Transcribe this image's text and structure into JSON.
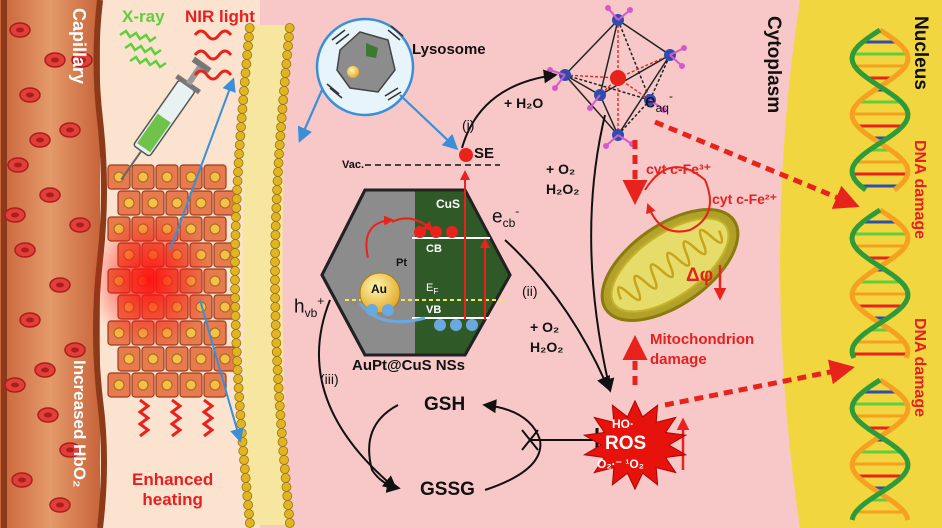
{
  "labels": {
    "capillary": "Capillary",
    "increased_hbo2": "Increased HbO₂",
    "xray": "X-ray",
    "nir_light": "NIR light",
    "enhanced_heating": "Enhanced\nheating",
    "lysosome": "Lysosome",
    "cytoplasm": "Cytoplasm",
    "nucleus": "Nucleus",
    "vac": "Vac.",
    "se": "SE",
    "step_i": "(i)",
    "step_ii": "(ii)",
    "step_iii": "(iii)",
    "h2o": "+ H₂O",
    "o2_h2o2_a": "+ O₂",
    "o2_h2o2_a2": "H₂O₂",
    "o2_h2o2_b": "+ O₂",
    "o2_h2o2_b2": "H₂O₂",
    "eaq": "e",
    "eaq_sub": "aq",
    "eaq_sup": "-",
    "ecb": "e",
    "ecb_sub": "cb",
    "ecb_sup": "-",
    "hvb": "h",
    "hvb_sub": "vb",
    "hvb_sup": "+",
    "cus": "CuS",
    "cb": "CB",
    "vb": "VB",
    "ef": "E",
    "ef_sub": "F",
    "pt": "Pt",
    "au": "Au",
    "nanosheet_name": "AuPt@CuS NSs",
    "gsh": "GSH",
    "gssg": "GSSG",
    "cyt3": "cyt c-Fe³⁺",
    "cyt2": "cyt c-Fe²⁺",
    "delta_phi": "Δφ",
    "mito_damage_1": "Mitochondrion",
    "mito_damage_2": "damage",
    "dna_damage": "DNA damage",
    "ros_ho": "HO·",
    "ros": "ROS",
    "ros_sub": "O₂·⁻ ¹O₂",
    "electron": "e⁻",
    "hole": "h⁺"
  },
  "colors": {
    "cytoplasm_bg": "#f8c8c8",
    "nucleus_bg": "#f2d640",
    "capillary_bg": "#d8885a",
    "red_arrow": "#e8231c",
    "cus_green": "#2f5a28",
    "hex_grey": "#8c8c8c",
    "ros_red": "#e8120c",
    "blue_line": "#3a8fd8",
    "text_red": "#e62020",
    "text_green": "#5fcf3c"
  }
}
